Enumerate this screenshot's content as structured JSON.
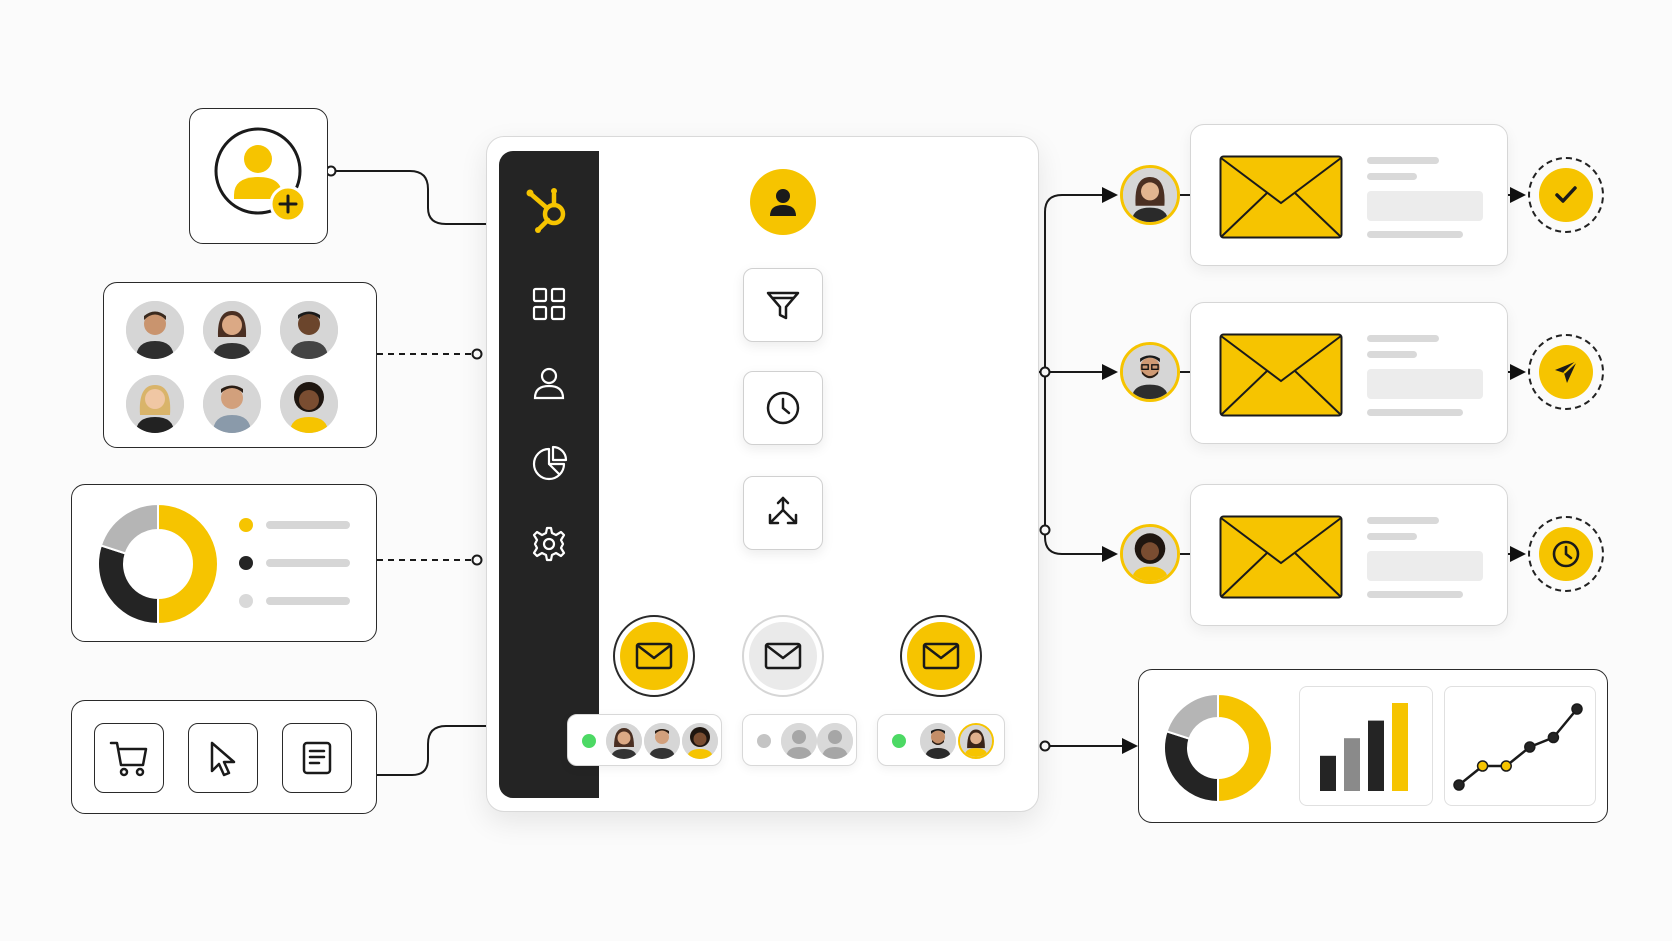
{
  "colors": {
    "accent": "#f6c400",
    "dark": "#242424",
    "gray": "#b5b5b5",
    "light": "#d9d9d9",
    "green": "#4cd964",
    "status_gray": "#c4c4c4"
  },
  "brand": {
    "logo": "hubspot-sprocket-logo"
  },
  "sidebar": {
    "items": [
      {
        "icon": "grid-icon"
      },
      {
        "icon": "user-icon"
      },
      {
        "icon": "pie-chart-icon"
      },
      {
        "icon": "gear-icon"
      }
    ]
  },
  "workflow": {
    "trigger": {
      "icon": "user-icon"
    },
    "steps": [
      {
        "icon": "filter-icon"
      },
      {
        "icon": "clock-icon"
      },
      {
        "icon": "split-branch-icon"
      }
    ],
    "branches": [
      {
        "icon": "mail-icon",
        "state": "active",
        "status_color": "green",
        "audience": [
          "woman",
          "man",
          "woman-dark"
        ]
      },
      {
        "icon": "mail-icon",
        "state": "inactive",
        "status_color": "gray",
        "audience": [
          "placeholder",
          "placeholder"
        ]
      },
      {
        "icon": "mail-icon",
        "state": "active",
        "status_color": "green",
        "audience": [
          "man-beard",
          "woman-light"
        ]
      }
    ]
  },
  "inputs": {
    "add_contact": {
      "icon": "add-user-icon"
    },
    "contact_list": {
      "people": [
        "man",
        "woman",
        "man-dark",
        "woman-blonde",
        "man-2",
        "woman-dark"
      ]
    },
    "segment_chart": {
      "type": "donut",
      "slices": [
        {
          "label": "",
          "value": 50,
          "color": "#f6c400"
        },
        {
          "label": "",
          "value": 30,
          "color": "#242424"
        },
        {
          "label": "",
          "value": 20,
          "color": "#b5b5b5"
        }
      ],
      "legend": [
        "#f6c400",
        "#242424",
        "#d9d9d9"
      ]
    },
    "actions": [
      {
        "icon": "cart-icon"
      },
      {
        "icon": "cursor-icon"
      },
      {
        "icon": "document-icon"
      }
    ]
  },
  "outputs": {
    "emails": [
      {
        "recipient": "woman",
        "status_icon": "check-icon"
      },
      {
        "recipient": "man-glasses",
        "status_icon": "send-icon"
      },
      {
        "recipient": "woman-dark",
        "status_icon": "clock-icon"
      }
    ],
    "report": {
      "chart_data": [
        {
          "type": "pie",
          "values": [
            50,
            30,
            20
          ],
          "colors": [
            "#f6c400",
            "#242424",
            "#b5b5b5"
          ]
        },
        {
          "type": "bar",
          "values": [
            2,
            3,
            4,
            5
          ],
          "colors": [
            "#242424",
            "#8a8a8a",
            "#242424",
            "#f6c400"
          ]
        },
        {
          "type": "line",
          "x": [
            1,
            2,
            3,
            4,
            5,
            6
          ],
          "y": [
            1,
            2,
            2,
            3,
            3.5,
            5
          ],
          "point_colors": [
            "#242424",
            "#f6c400",
            "#f6c400",
            "#242424",
            "#242424",
            "#242424"
          ]
        }
      ]
    }
  }
}
